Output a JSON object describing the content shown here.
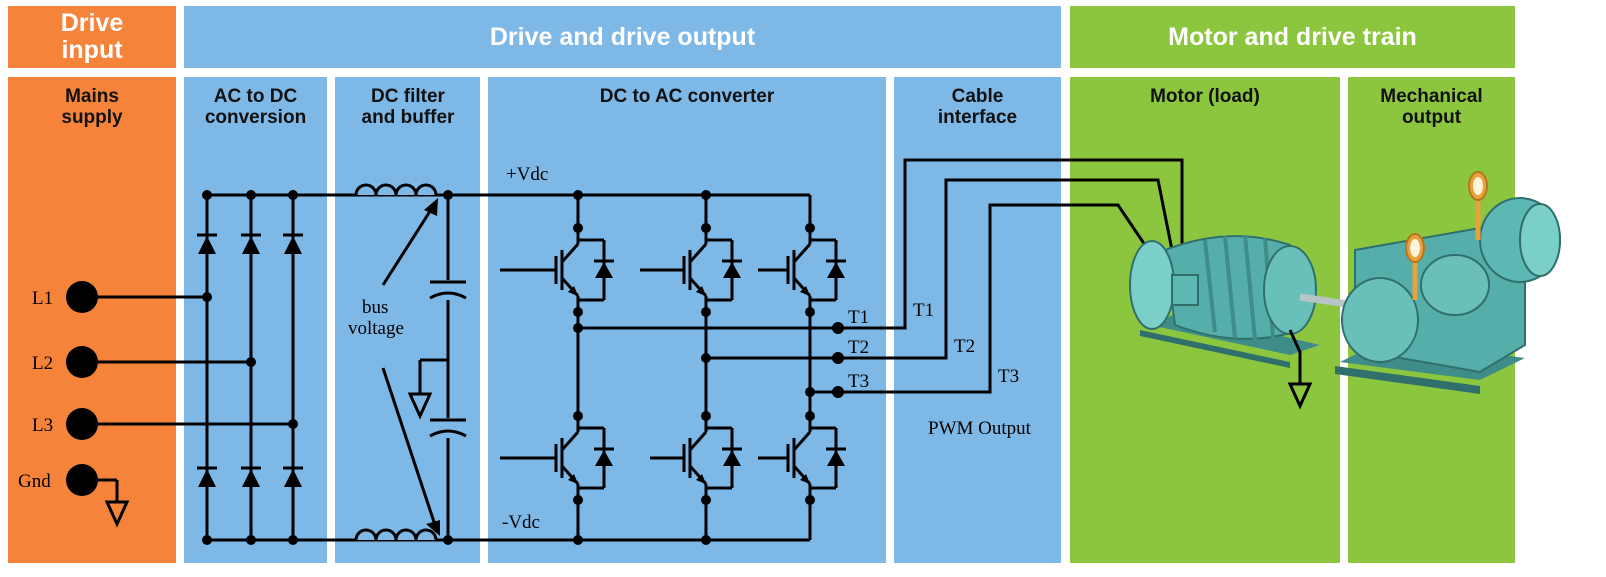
{
  "sections": {
    "drive_input": "Drive input",
    "drive_output": "Drive and drive output",
    "motor_train": "Motor and drive train"
  },
  "subsections": {
    "mains": "Mains supply",
    "rectifier": "AC to DC conversion",
    "dc_filter": "DC filter and buffer",
    "inverter": "DC to AC converter",
    "cable": "Cable interface",
    "motor": "Motor (load)",
    "mechanical": "Mechanical output"
  },
  "labels": {
    "L1": "L1",
    "L2": "L2",
    "L3": "L3",
    "Gnd": "Gnd",
    "bus_voltage_1": "bus",
    "bus_voltage_2": "voltage",
    "pos_vdc": "+Vdc",
    "neg_vdc": "-Vdc",
    "T1": "T1",
    "T2": "T2",
    "T3": "T3",
    "pwm": "PWM Output"
  },
  "colors": {
    "orange": "#F5843A",
    "blue": "#7DB8E6",
    "green": "#8CC63F",
    "wire": "#000000",
    "motor_body": "#4FA6A2",
    "gauge": "#E8A23C"
  }
}
